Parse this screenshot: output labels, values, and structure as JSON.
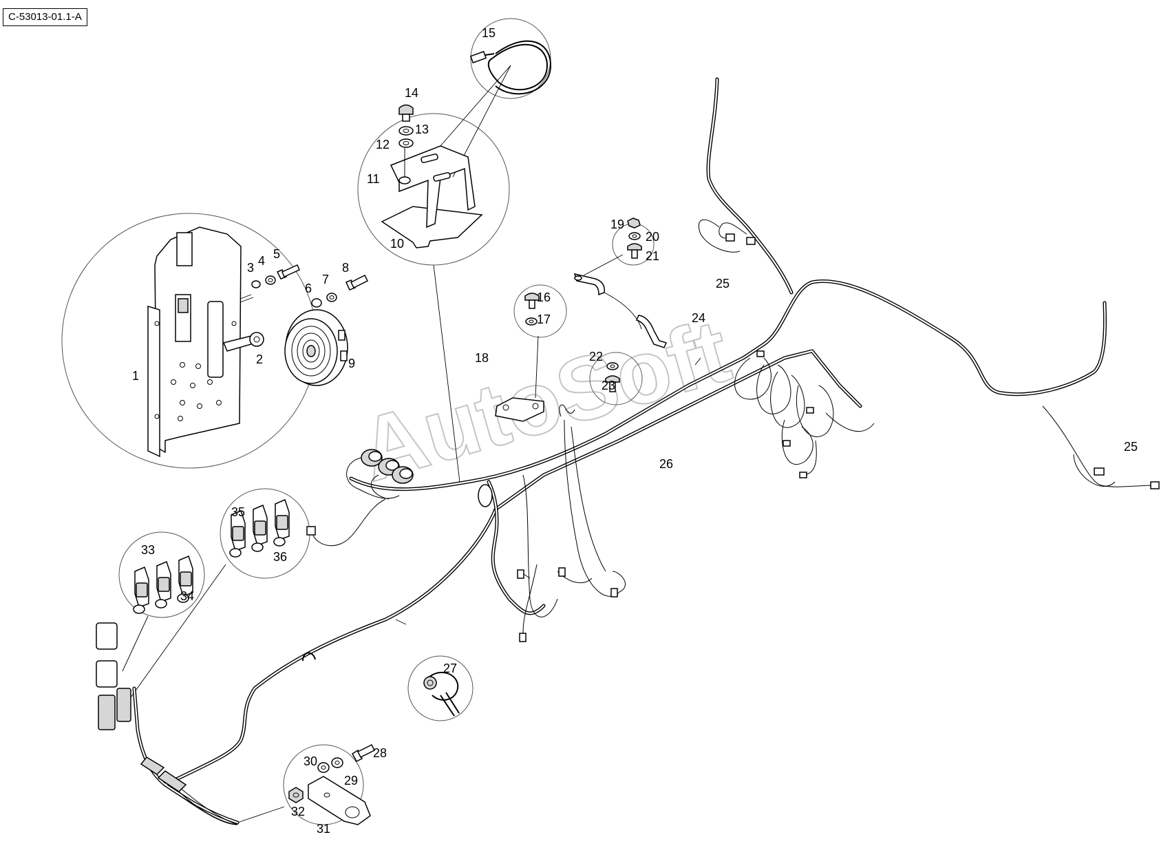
{
  "diagram_ref": "C-53013-01.1-A",
  "watermark": "AutoSoft",
  "callouts": {
    "c1": "1",
    "c2": "2",
    "c3": "3",
    "c4": "4",
    "c5": "5",
    "c6": "6",
    "c7": "7",
    "c8": "8",
    "c9": "9",
    "c10": "10",
    "c11": "11",
    "c12": "12",
    "c13": "13",
    "c14": "14",
    "c15": "15",
    "c16": "16",
    "c17": "17",
    "c18": "18",
    "c19": "19",
    "c20": "20",
    "c21": "21",
    "c22": "22",
    "c23": "23",
    "c24": "24",
    "c25a": "25",
    "c25b": "25",
    "c26": "26",
    "c27": "27",
    "c28": "28",
    "c29": "29",
    "c30": "30",
    "c31": "31",
    "c32": "32",
    "c33": "33",
    "c34": "34",
    "c35": "35",
    "c36": "36"
  }
}
